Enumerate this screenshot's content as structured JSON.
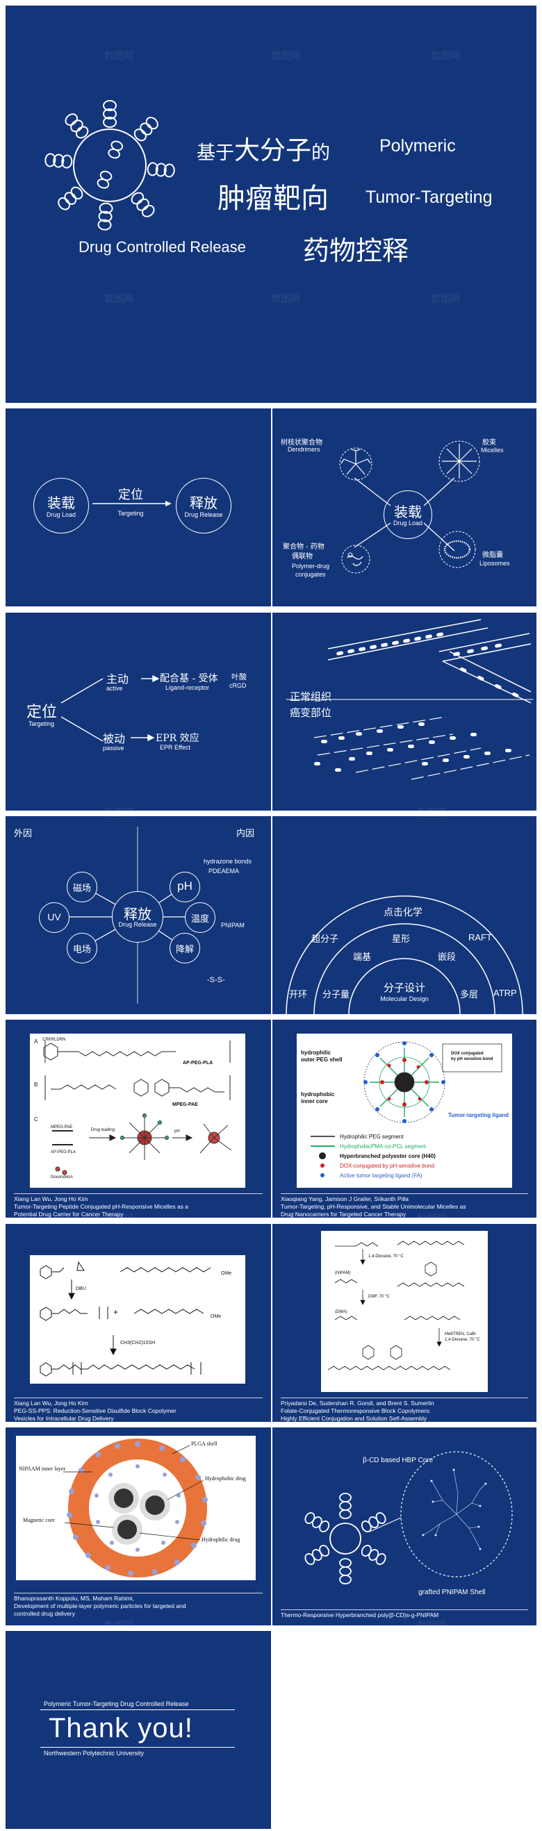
{
  "watermark": "数图网",
  "s1": {
    "line1_cn_a": "基于",
    "line1_cn_b": "大分子",
    "line1_cn_c": "的",
    "line1_en": "Polymeric",
    "line2_cn": "肿瘤靶向",
    "line2_en": "Tumor-Targeting",
    "line3_en": "Drug Controlled Release",
    "line3_cn": "药物控释"
  },
  "s2": {
    "load_cn": "装载",
    "load_en": "Drug Load",
    "arrow_cn": "定位",
    "arrow_en": "Targeting",
    "release_cn": "释放",
    "release_en": "Drug Release"
  },
  "s3": {
    "center_cn": "装载",
    "center_en": "Drug Load",
    "dendrimers_cn": "树枝状聚合物",
    "dendrimers_en": "Dendrimers",
    "micelles_cn": "胶束",
    "micelles_en": "Micelles",
    "conj_cn1": "聚合物 - 药物",
    "conj_cn2": "偶联物",
    "conj_en1": "Polymer-drug",
    "conj_en2": "conjugates",
    "lipo_cn": "微脂囊",
    "lipo_en": "Liposomes"
  },
  "s4": {
    "target_cn": "定位",
    "target_en": "Targeting",
    "active_cn": "主动",
    "active_en": "active",
    "ligand_cn": "配合基 - 受体",
    "ligand_en": "Ligand-receptor",
    "folate": "叶酸",
    "crgd": "cRGD",
    "passive_cn": "被动",
    "passive_en": "passive",
    "epr_cn": "EPR 效应",
    "epr_en": "EPR Effect"
  },
  "s5": {
    "normal": "正常组织",
    "tumor": "癌变部位"
  },
  "s6": {
    "outer": "外因",
    "inner": "内因",
    "center_cn": "释放",
    "center_en": "Drug Release",
    "magnetic": "磁场",
    "uv": "UV",
    "electric": "电场",
    "ph": "pH",
    "temp": "温度",
    "degrade": "降解",
    "hydrazone": "hydrazone bonds",
    "pdeaema": "PDEAEMA",
    "pnipam": "PNIPAM",
    "ss": "-S-S-"
  },
  "s7": {
    "click": "点击化学",
    "super": "超分子",
    "star": "星形",
    "raft": "RAFT",
    "end": "端基",
    "block": "嵌段",
    "ring": "开环",
    "mw": "分子量",
    "multi": "多层",
    "atrp": "ATRP",
    "center_cn": "分子设计",
    "center_en": "Molecular Design"
  },
  "s8": {
    "labels": [
      "A",
      "B",
      "C",
      "CRKRLDRN",
      "AP-PEG-PLA",
      "MPEG-PAE",
      "MPEG-PAE",
      "AP-PEG-PLA",
      "Doxorubicin",
      "Drug loading",
      "pH"
    ],
    "caption": [
      "Xiang Lan Wu, Jong Ho Kim",
      "Tumor-Targeting Peptide Conjugated pH-Responsive Micelles as a",
      "Potential Drug Carrier for Cancer Therapy"
    ]
  },
  "s9": {
    "labels": [
      "hydrophilic",
      "outer PEG shell",
      "hydrophobic",
      "inner core",
      "DOX conjugated",
      "by pH sensitive bond",
      "Tumor-targeting ligand"
    ],
    "legend": [
      "Hydrophilic PEG segment",
      "HydrophobicPMA-co-PCL segment",
      "Hyperbranched polyester core (H40)",
      "DOX-conjugated by pH-sensitive bond",
      "Active tumor targeting ligand (FA)"
    ],
    "caption": [
      "Xiaoqiang Yang, Jamison J Grailer, Srikanth Pilla",
      "Tumor-Targeting, pH-Responsive, and Stable Unimolecular Micelles as",
      "Drug Nanocarriers for Targeted Cancer Therapy"
    ]
  },
  "s10": {
    "labels": [
      "DBU",
      "OMe",
      "CH3(CH2)10SH",
      "OMe"
    ],
    "caption": [
      "Xiang Lan Wu, Jong Ho Kim",
      "PEG-SS-PPS: Reduction-Sensitive Disulfide Block Copolymer",
      "Vesicles for Intracellular Drug Delivery"
    ]
  },
  "s11": {
    "labels": [
      "1,4-Dioxane, 70 °C",
      "(NIPAM)",
      "DMF, 70 °C",
      "(DMA)",
      "Me6TREN, CuBr",
      "1,4-Dioxane, 70 °C"
    ],
    "caption": [
      "Priyadarsi De, Sudershan R. Gondi, and Brent S. Sumerlin",
      "Folate-Conjugated Thermoresponsive Block Copolymers:",
      "Highly Efficient Conjugation and Solution Self-Assembly"
    ]
  },
  "s12": {
    "labels": [
      "PLGA shell",
      "NIPAAM inner layer",
      "Hydrophobic drug",
      "Magnetic core",
      "Hydrophilic drug"
    ],
    "caption": [
      "Bhanuprasanth Koppolu, MS, Maham Rahimi,",
      "Development of multiple-layer polymeric particles for targeted and",
      "controlled drug delivery"
    ]
  },
  "s13": {
    "core": "β-CD based HBP Core",
    "shell": "grafted PNIPAM  Shell",
    "caption": [
      "Thermo-Responsive Hyperbranched poly(β-CD)s-g-PNIPAM"
    ]
  },
  "s14": {
    "subtitle": "Polymeric Tumor-Targeting Drug Controlled Release",
    "thanks": "Thank you!",
    "org": "Northwestern Polytechnic University"
  },
  "colors": {
    "slide_bg": "#13357a",
    "text": "#ffffff",
    "accent_orange": "#e8743b"
  }
}
